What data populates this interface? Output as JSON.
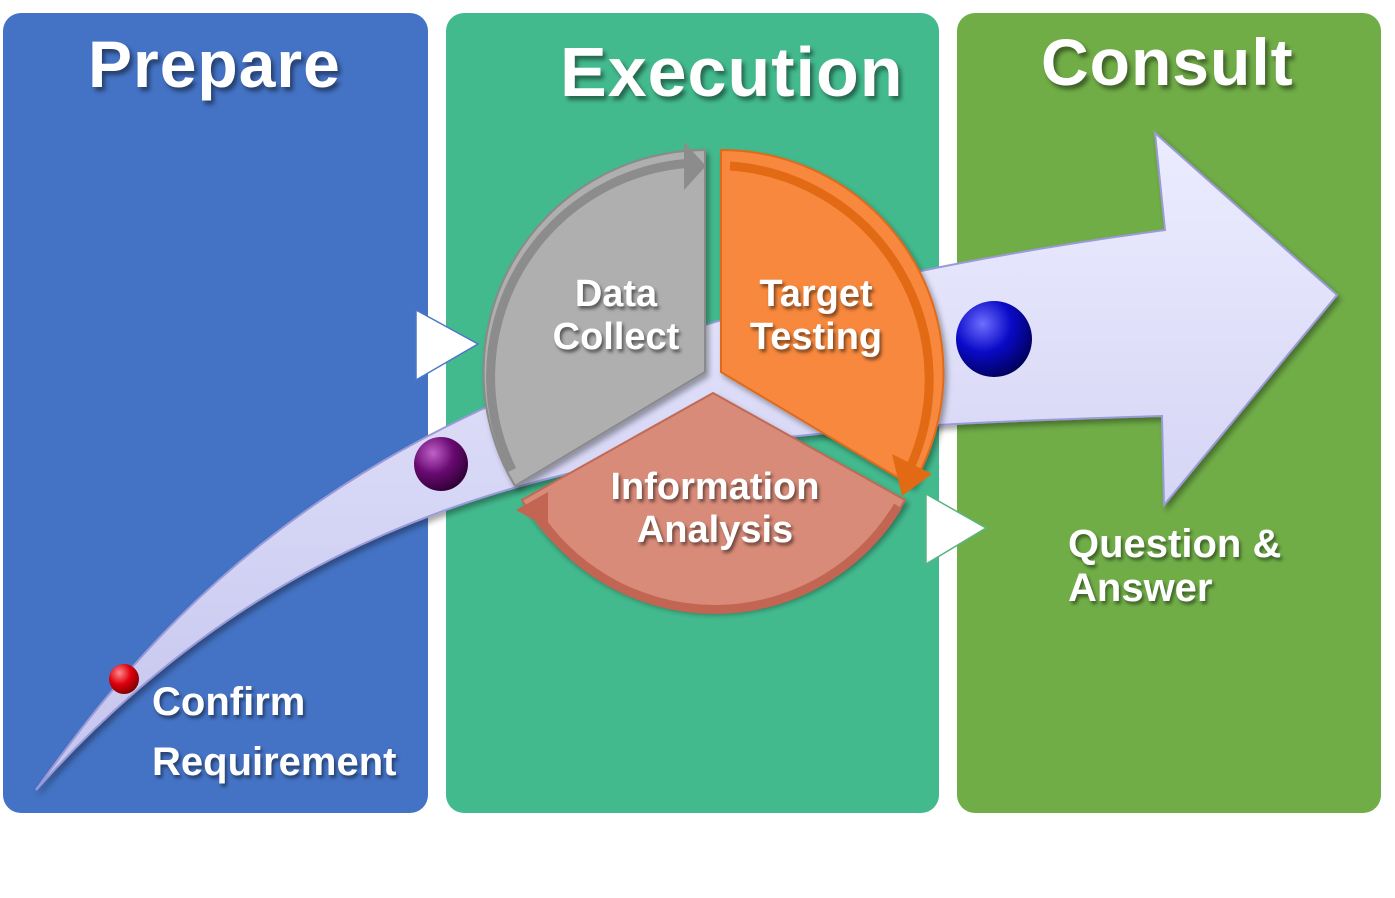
{
  "stages": {
    "prepare": {
      "title": "Prepare",
      "color": "#4472C4"
    },
    "execution": {
      "title": "Execution",
      "color": "#43BA8E"
    },
    "consult": {
      "title": "Consult",
      "color": "#70AD47"
    }
  },
  "steps": {
    "confirm": {
      "line1": "Confirm",
      "line2": "Requirement"
    },
    "qa": {
      "line1": "Question &",
      "line2": "Answer"
    }
  },
  "cycle": {
    "data_collect": {
      "line1": "Data",
      "line2": "Collect",
      "color": "#AFAFAF"
    },
    "target_testing": {
      "line1": "Target",
      "line2": "Testing",
      "color": "#F7883D"
    },
    "information_analysis": {
      "line1": "Information",
      "line2": "Analysis",
      "color": "#D88B78"
    }
  },
  "markers": {
    "red": "#E0000E",
    "purple": "#6A0A73",
    "blue": "#0A0AC8"
  },
  "arrow_color": "#D9D9F8"
}
